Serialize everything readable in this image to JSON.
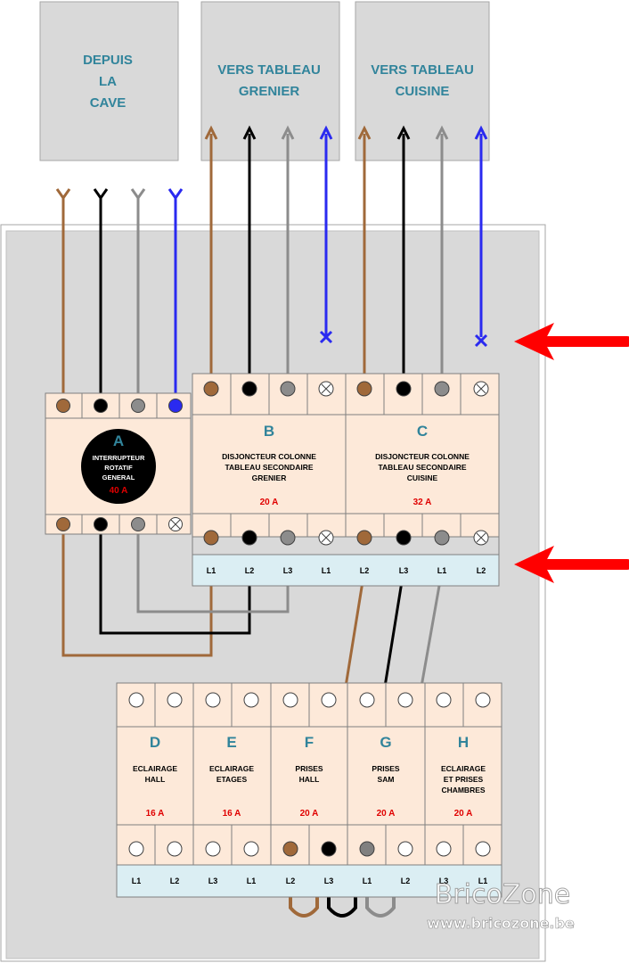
{
  "sources": {
    "cave": [
      "DEPUIS",
      "LA",
      "CAVE"
    ],
    "grenier": [
      "VERS TABLEAU",
      "GRENIER"
    ],
    "cuisine": [
      "VERS TABLEAU",
      "CUISINE"
    ]
  },
  "breaker_a": {
    "letter": "A",
    "lines": [
      "INTERRUPTEUR",
      "ROTATIF",
      "GENERAL"
    ],
    "rating": "40 A"
  },
  "breaker_b": {
    "letter": "B",
    "lines": [
      "DISJONCTEUR COLONNE",
      "TABLEAU SECONDAIRE",
      "GRENIER"
    ],
    "rating": "20 A"
  },
  "breaker_c": {
    "letter": "C",
    "lines": [
      "DISJONCTEUR COLONNE",
      "TABLEAU SECONDAIRE",
      "CUISINE"
    ],
    "rating": "32 A"
  },
  "top_phase_labels": [
    "L1",
    "L2",
    "L3",
    "L1",
    "L2",
    "L3",
    "L1",
    "L2"
  ],
  "bottom_breakers": [
    {
      "letter": "D",
      "lines": [
        "ECLAIRAGE",
        "HALL"
      ],
      "rating": "16 A"
    },
    {
      "letter": "E",
      "lines": [
        "ECLAIRAGE",
        "ETAGES"
      ],
      "rating": "16 A"
    },
    {
      "letter": "F",
      "lines": [
        "PRISES",
        "HALL"
      ],
      "rating": "20 A"
    },
    {
      "letter": "G",
      "lines": [
        "PRISES",
        "SAM"
      ],
      "rating": "20 A"
    },
    {
      "letter": "H",
      "lines": [
        "ECLAIRAGE",
        "ET PRISES",
        "CHAMBRES"
      ],
      "rating": "20 A"
    }
  ],
  "bottom_phase_labels": [
    "L1",
    "L2",
    "L3",
    "L1",
    "L2",
    "L3",
    "L1",
    "L2",
    "L3",
    "L1"
  ],
  "watermark": {
    "brand": "BricoZone",
    "url": "www.bricozone.be"
  },
  "colors": {
    "brown": "#a0693a",
    "black": "#000000",
    "grey": "#8c8c8c",
    "blue": "#2a2af0",
    "red_arrow": "#ff0000",
    "breaker_fill": "#fde9d9",
    "label_strip": "#dbeef3",
    "panel": "#d9d9d9",
    "header_text": "#31849b"
  }
}
